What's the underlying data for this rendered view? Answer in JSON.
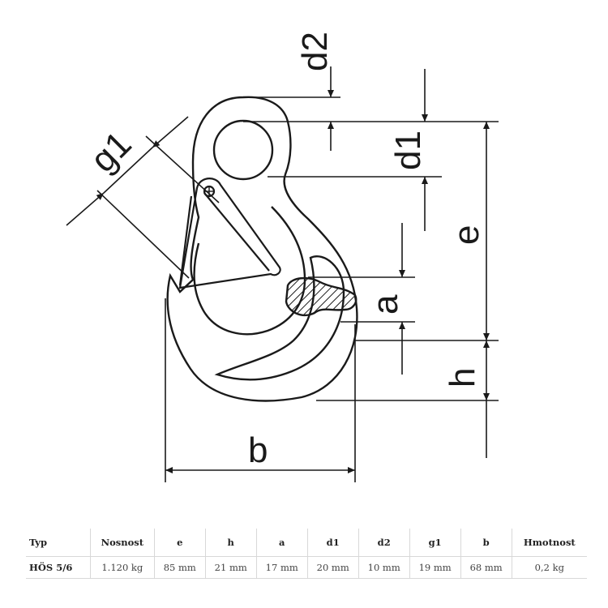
{
  "diagram": {
    "labels": {
      "d2": "d2",
      "d1": "d1",
      "g1": "g1",
      "e": "e",
      "a": "a",
      "h": "h",
      "b": "b"
    }
  },
  "table": {
    "headers": [
      "Typ",
      "Nosnost",
      "e",
      "h",
      "a",
      "d1",
      "d2",
      "g1",
      "b",
      "Hmotnost"
    ],
    "rows": [
      [
        "HÖS 5/6",
        "1.120 kg",
        "85 mm",
        "21 mm",
        "17 mm",
        "20 mm",
        "10 mm",
        "19 mm",
        "68 mm",
        "0,2 kg"
      ]
    ]
  }
}
